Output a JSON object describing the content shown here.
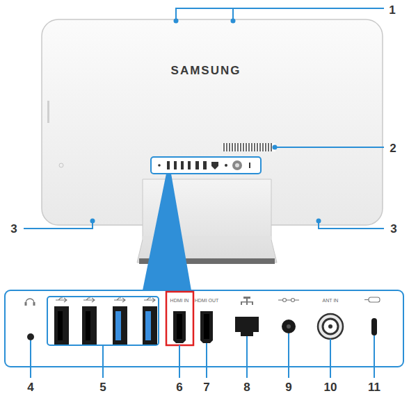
{
  "diagram": {
    "labels": [
      "1",
      "SAMSUNG",
      "2",
      "3",
      "3",
      "HDMI IN",
      "HDMI OUT",
      "ANT IN",
      "4",
      "5",
      "6",
      "7",
      "8",
      "9",
      "10",
      "11"
    ]
  }
}
